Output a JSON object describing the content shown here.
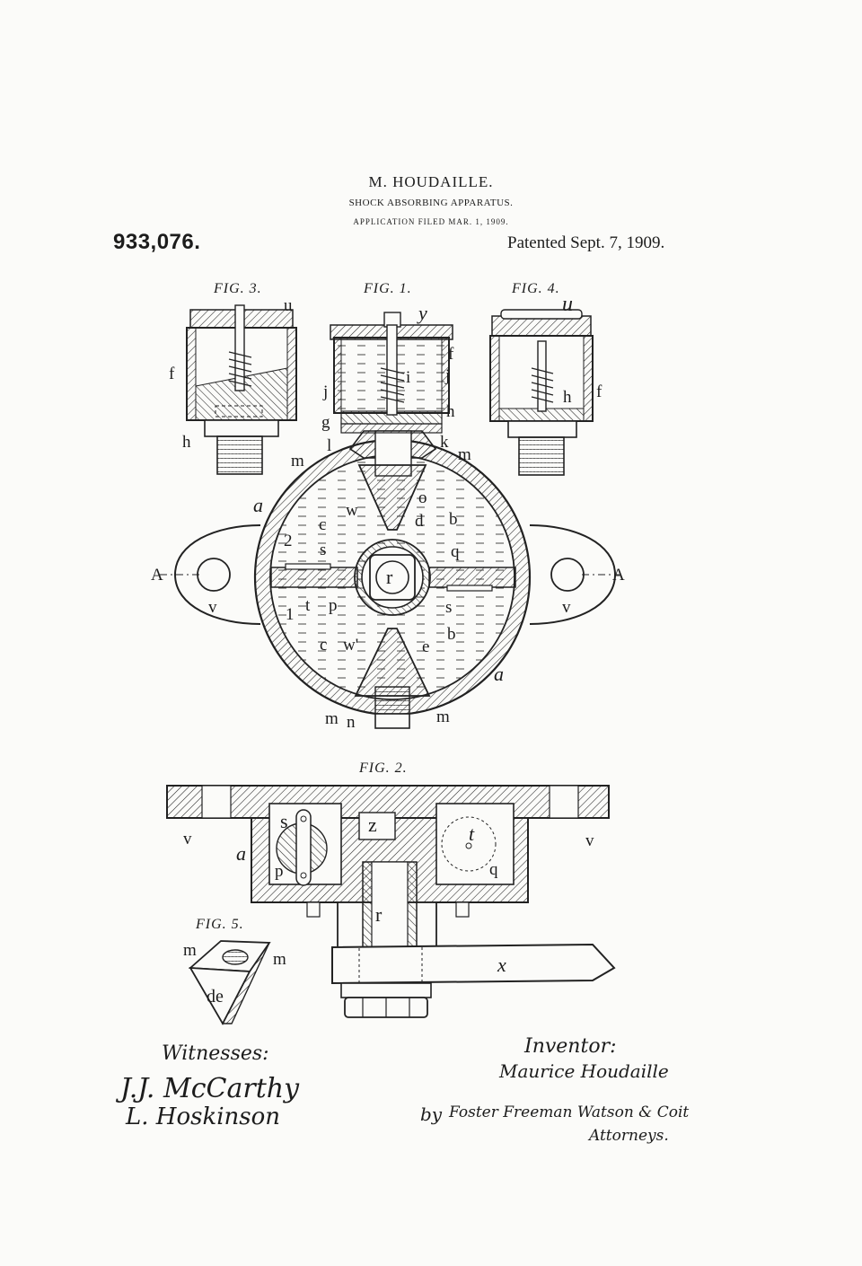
{
  "header": {
    "inventor": "M. HOUDAILLE.",
    "title": "SHOCK ABSORBING APPARATUS.",
    "filed": "APPLICATION FILED MAR. 1, 1909.",
    "patent_number": "933,076.",
    "patent_date": "Patented Sept. 7, 1909."
  },
  "figures": {
    "fig1": "FIG. 1.",
    "fig2": "FIG. 2.",
    "fig3": "FIG. 3.",
    "fig4": "FIG. 4.",
    "fig5": "FIG. 5."
  },
  "labels": {
    "u": "u",
    "f": "f",
    "h": "h",
    "y": "y",
    "i": "i",
    "j": "j",
    "g": "g",
    "k": "k",
    "l": "l",
    "m": "m",
    "n": "n",
    "o": "o",
    "a": "a",
    "c": "c",
    "w": "w",
    "d": "d",
    "b": "b",
    "two": "2",
    "one": "1",
    "s": "s",
    "q": "q",
    "r": "r",
    "t": "t",
    "p": "p",
    "e": "e",
    "w_prime": "w'",
    "A": "A",
    "v": "v",
    "z": "z",
    "x": "x",
    "de": "de"
  },
  "signatures": {
    "witnesses_label": "Witnesses:",
    "witness1": "J.J. McCarthy",
    "witness2": "L. Hoskinson",
    "inventor_label": "Inventor:",
    "inventor_name": "Maurice Houdaille",
    "by": "by",
    "attorneys": "Foster Freeman Watson & Coit",
    "attorneys_label": "Attorneys."
  }
}
